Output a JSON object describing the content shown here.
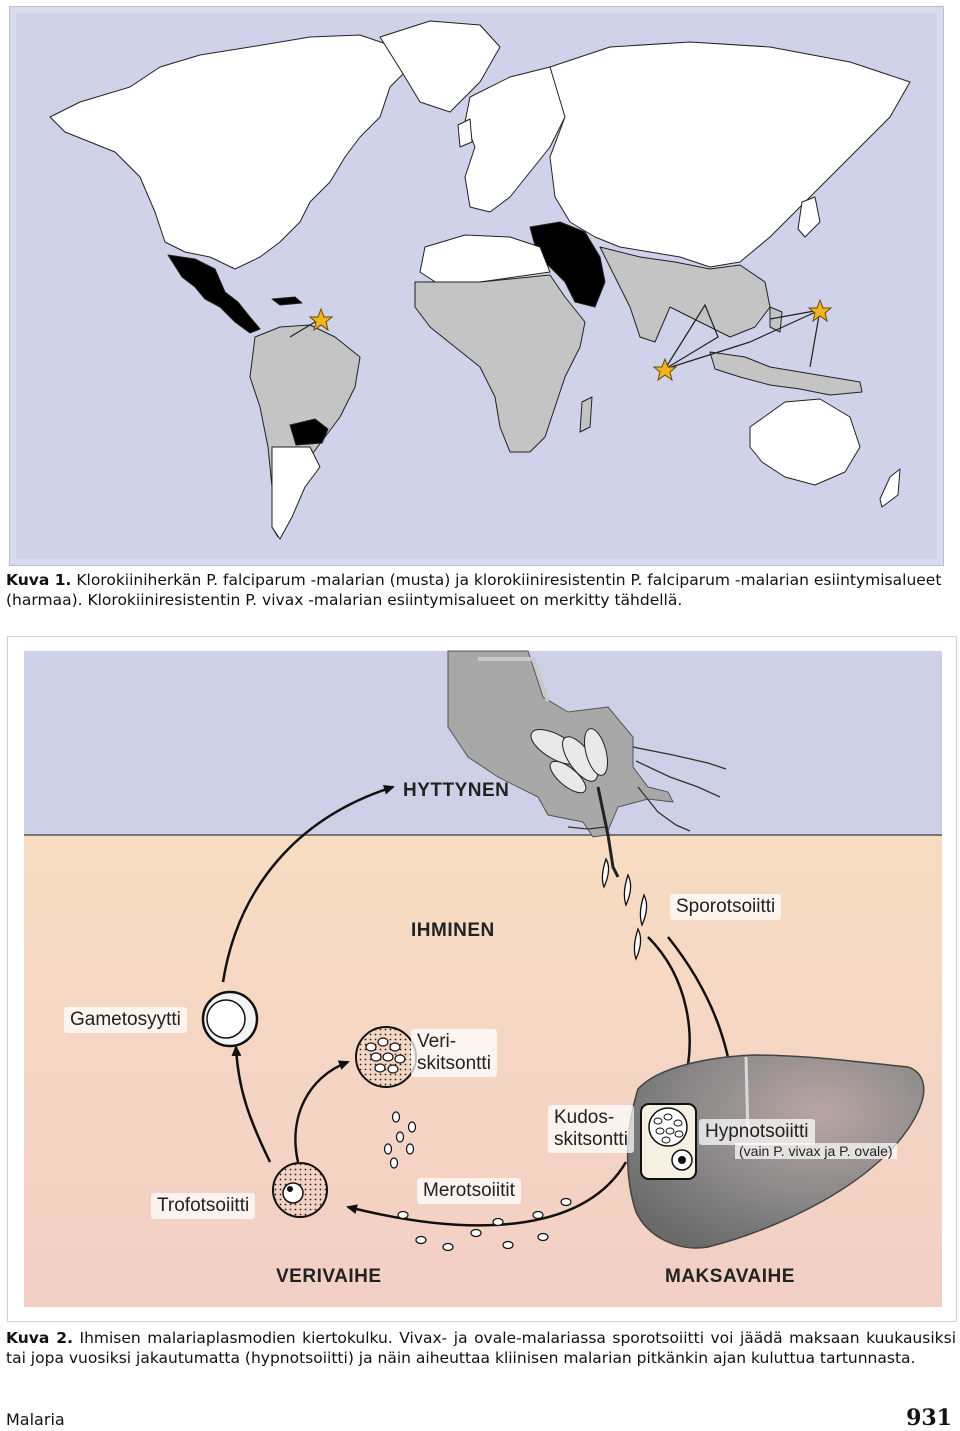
{
  "figure1": {
    "caption_label": "Kuva 1.",
    "caption_text": "Klorokiiniherkän P. falciparum -malarian (musta) ja klorokiiniresistentin P. falciparum -malarian esiintymisalueet (harmaa). Klorokiiniresistentin P. vivax -malarian esiintymisalueet on merkitty tähdellä.",
    "colors": {
      "ocean": "#cfd2e8",
      "land": "#ffffff",
      "resistant": "#c4c4c4",
      "sensitive": "#000000",
      "star": "#f2b320"
    }
  },
  "figure2": {
    "caption_label": "Kuva 2.",
    "caption_text": "Ihmisen malariaplasmodien kiertokulku. Vivax- ja ovale-malariassa sporotsoiitti voi jäädä maksaan kuukausiksi tai jopa vuosiksi jakautumatta (hypnotsoiitti) ja näin aiheuttaa kliinisen malarian pitkänkin ajan kuluttua tartunnasta.",
    "labels": {
      "mosquito": "HYTTYNEN",
      "human": "IHMINEN",
      "sporozoite": "Sporotsoiitti",
      "gametocyte": "Gametosyytti",
      "blood_schizont_1": "Veri-",
      "blood_schizont_2": "skitsontti",
      "tissue_schizont_1": "Kudos-",
      "tissue_schizont_2": "skitsontti",
      "hypnozoite": "Hypnotsoiitti",
      "hypnozoite_note": "(vain P. vivax ja P. ovale)",
      "trophozoite": "Trofotsoiitti",
      "merozoites": "Merotsoiitit",
      "blood_stage": "VERIVAIHE",
      "liver_stage": "MAKSAVAIHE"
    },
    "colors": {
      "sky": "#cdd0e6",
      "skin_top": "#f6dcc4",
      "skin_bottom": "#f3d2c6",
      "liver": "#8a8a8a"
    }
  },
  "footer": {
    "section": "Malaria",
    "page_number": "931"
  }
}
